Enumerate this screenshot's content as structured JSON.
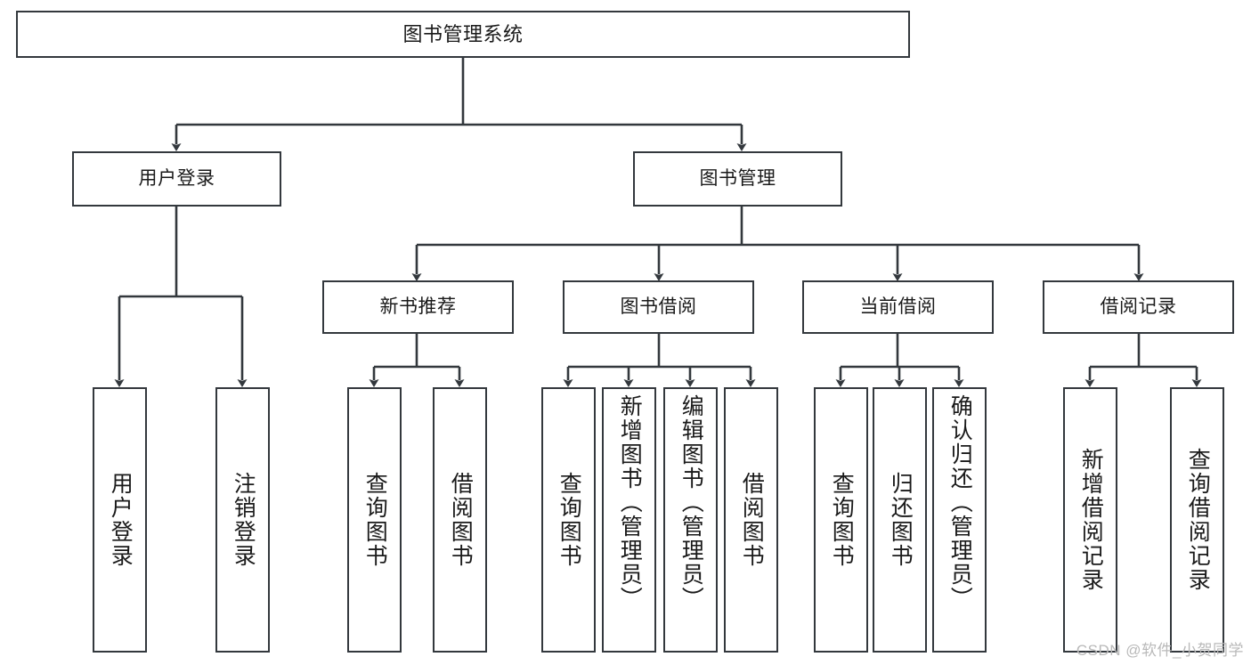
{
  "diagram": {
    "type": "hierarchy-tree",
    "title": "图书管理系统",
    "watermark": "CSDN @软件_小贺同学",
    "colors": {
      "node_border": "#33383d",
      "node_fill": "#ffffff",
      "edge": "#33383d",
      "text": "#1a1a1a",
      "watermark": "#b9b9b9"
    },
    "root": {
      "label": "图书管理系统"
    },
    "level2": [
      {
        "label": "用户登录"
      },
      {
        "label": "图书管理"
      }
    ],
    "level3": [
      {
        "label": "新书推荐"
      },
      {
        "label": "图书借阅"
      },
      {
        "label": "当前借阅"
      },
      {
        "label": "借阅记录"
      }
    ],
    "leaves": {
      "user_login": [
        {
          "label": "用户登录"
        },
        {
          "label": "注销登录"
        }
      ],
      "new_book_recommend": [
        {
          "label": "查询图书"
        },
        {
          "label": "借阅图书"
        }
      ],
      "book_borrow": [
        {
          "label": "查询图书"
        },
        {
          "label": "新增图书（管理员）"
        },
        {
          "label": "编辑图书（管理员）"
        },
        {
          "label": "借阅图书"
        }
      ],
      "current_borrow": [
        {
          "label": "查询图书"
        },
        {
          "label": "归还图书"
        },
        {
          "label": "确认归还（管理员）"
        }
      ],
      "borrow_record": [
        {
          "label": "新增借阅记录"
        },
        {
          "label": "查询借阅记录"
        }
      ]
    }
  }
}
